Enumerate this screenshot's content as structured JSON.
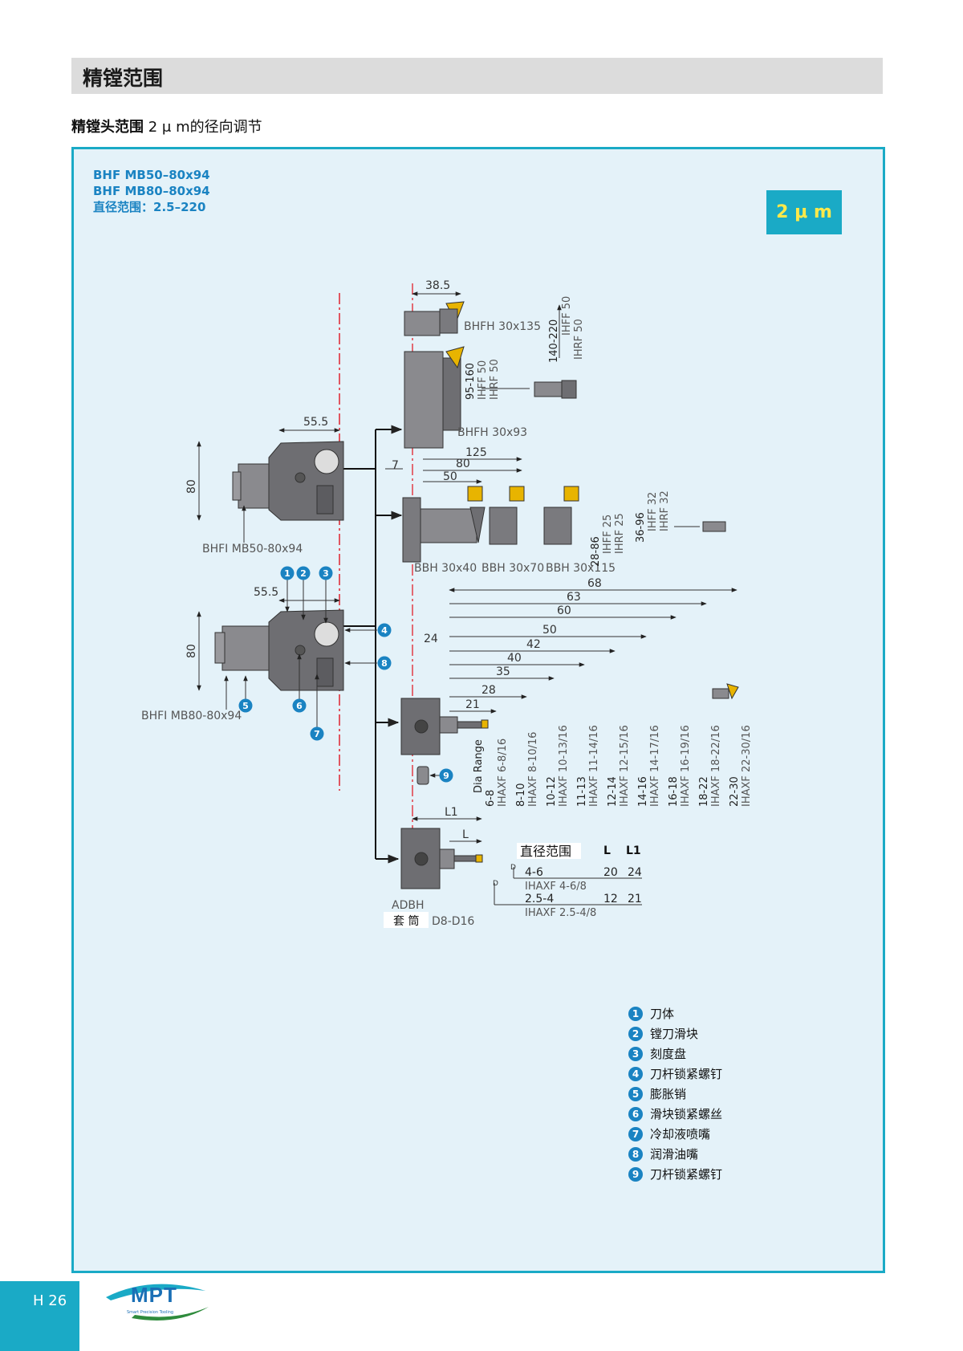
{
  "header": {
    "title": "精镗范围"
  },
  "subtitle": {
    "bold": "精镗头范围",
    "rest": " 2 μ m的径向调节"
  },
  "panel": {
    "models": [
      "BHF MB50–80x94",
      "BHF MB80–80x94",
      "直径范围：2.5–220"
    ],
    "badge": "2 μ m"
  },
  "drawing": {
    "dims": {
      "d38_5": "38.5",
      "d55_5": "55.5",
      "d80": "80",
      "d7": "7",
      "d125": "125",
      "d50": "50",
      "d24": "24",
      "d68": "68",
      "d63": "63",
      "d60": "60",
      "d42": "42",
      "d40": "40",
      "d35": "35",
      "d28": "28",
      "d21": "21",
      "L1": "L1",
      "L": "L",
      "D": "D"
    },
    "labels": {
      "bhfh135": "BHFH 30x135",
      "bhfh93": "BHFH 30x93",
      "bhfi50": "BHFI MB50-80x94",
      "bhfi80": "BHFI MB80-80x94",
      "bbh40": "BBH 30x40",
      "bbh70": "BBH 30x70",
      "bbh115": "BBH 30x115",
      "adbh": "ADBH",
      "sleeve": "套 筒",
      "sleeve_size": "D8-D16"
    },
    "vlabels": {
      "r140": "140-220",
      "ihff50": "IHFF 50",
      "ihrf50": "IHRF 50",
      "r95": "95-160",
      "r28": "28-86",
      "ihff25": "IHFF 25",
      "ihrf25": "IHRF 25",
      "r36": "36-96",
      "ihff32": "IHFF 32",
      "ihrf32": "IHRF 32",
      "dia_range": "Dia Range"
    },
    "ihaxf": [
      {
        "range": "6-8",
        "code": "IHAXF 6-8/16"
      },
      {
        "range": "8-10",
        "code": "IHAXF 8-10/16"
      },
      {
        "range": "10-12",
        "code": "IHAXF 10-13/16"
      },
      {
        "range": "11-13",
        "code": "IHAXF 11-14/16"
      },
      {
        "range": "12-14",
        "code": "IHAXF 12-15/16"
      },
      {
        "range": "14-16",
        "code": "IHAXF 14-17/16"
      },
      {
        "range": "16-18",
        "code": "IHAXF 16-19/16"
      },
      {
        "range": "18-22",
        "code": "IHAXF 18-22/16"
      },
      {
        "range": "22-30",
        "code": "IHAXF 22-30/16"
      }
    ],
    "small_table": {
      "head": [
        "直径范围",
        "L",
        "L1"
      ],
      "rows": [
        {
          "range": "4-6",
          "L": "20",
          "L1": "24",
          "code": "IHAXF 4-6/8"
        },
        {
          "range": "2.5-4",
          "L": "12",
          "L1": "21",
          "code": "IHAXF 2.5-4/8"
        }
      ]
    },
    "callouts": [
      "1",
      "2",
      "3",
      "4",
      "5",
      "6",
      "7",
      "8",
      "9"
    ]
  },
  "legend": [
    {
      "num": "1",
      "label": "刀体"
    },
    {
      "num": "2",
      "label": "镗刀滑块"
    },
    {
      "num": "3",
      "label": "刻度盘"
    },
    {
      "num": "4",
      "label": "刀杆锁紧螺钉"
    },
    {
      "num": "5",
      "label": "膨胀销"
    },
    {
      "num": "6",
      "label": "滑块锁紧螺丝"
    },
    {
      "num": "7",
      "label": "冷却液喷嘴"
    },
    {
      "num": "8",
      "label": "润滑油嘴"
    },
    {
      "num": "9",
      "label": "刀杆锁紧螺钉"
    }
  ],
  "footer": {
    "page": "H 26",
    "logo": "MPT",
    "logo_tagline": "Smart Precision Tooling"
  },
  "colors": {
    "accent": "#1aaac6",
    "badge_text": "#ffe94a",
    "model_text": "#1a83c2",
    "panel_bg": "#e4f2f9",
    "part": "#6e6e72",
    "insert": "#e8b400",
    "centerline": "#e0303a"
  }
}
